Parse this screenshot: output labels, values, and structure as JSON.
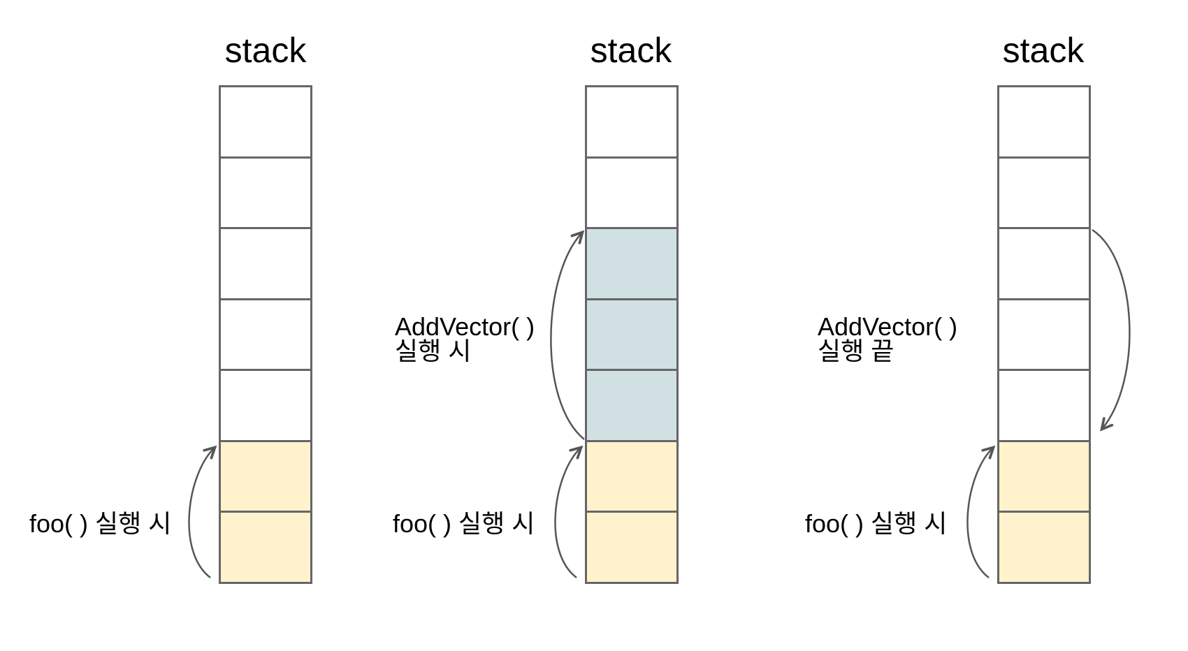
{
  "colors": {
    "background": "#ffffff",
    "cell_free": "#ffffff",
    "cell_foo_frame": "#fff2cc",
    "cell_addvector_frame": "#d0e0e3",
    "cell_border": "#666666",
    "arrow": "#565656",
    "text": "#000000"
  },
  "stacks": [
    {
      "title": "stack",
      "cells": [
        "free",
        "free",
        "free",
        "free",
        "free",
        "foo-frame",
        "foo-frame"
      ],
      "foo_label": "foo( ) 실행 시"
    },
    {
      "title": "stack",
      "cells": [
        "free",
        "free",
        "addvector-frame",
        "addvector-frame",
        "addvector-frame",
        "foo-frame",
        "foo-frame"
      ],
      "addvector_line1": "AddVector( )",
      "addvector_line2": "실행 시",
      "foo_label": "foo( ) 실행 시"
    },
    {
      "title": "stack",
      "cells": [
        "free",
        "free",
        "free",
        "free",
        "free",
        "foo-frame",
        "foo-frame"
      ],
      "addvector_line1": "AddVector( )",
      "addvector_line2": "실행 끝",
      "foo_label": "foo( ) 실행 시"
    }
  ]
}
